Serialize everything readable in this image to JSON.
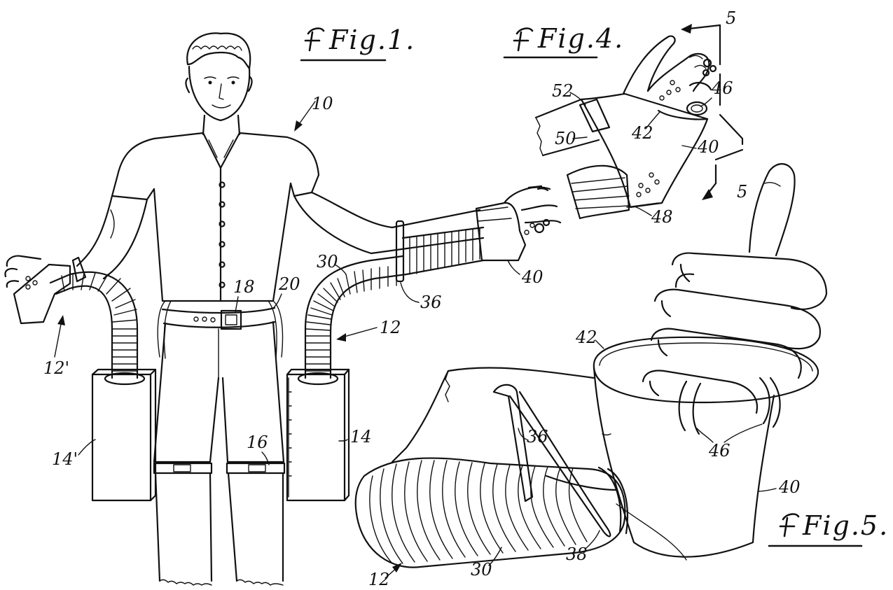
{
  "figures": {
    "fig1": {
      "label": "Fig.1."
    },
    "fig4": {
      "label": "Fig.4."
    },
    "fig5": {
      "label": "Fig.5."
    }
  },
  "reference_numerals": {
    "n10": "10",
    "n12": "12",
    "n12_prime": "12'",
    "n14": "14",
    "n14_prime": "14'",
    "n16": "16",
    "n18": "18",
    "n20": "20",
    "n30_fig1": "30",
    "n36_fig1": "36",
    "n40_fig1": "40",
    "n5_top": "5",
    "n5_bottom": "5",
    "n52": "52",
    "n50": "50",
    "n42_fig4": "42",
    "n46_fig4": "46",
    "n40_fig4": "40",
    "n48": "48",
    "n42_fig5": "42",
    "n36_fig5": "36",
    "n46_fig5": "46",
    "n40_fig5": "40",
    "n38": "38",
    "n30_fig5": "30",
    "n12_fig5": "12"
  },
  "colors": {
    "ink": "#111111",
    "paper": "#ffffff"
  }
}
